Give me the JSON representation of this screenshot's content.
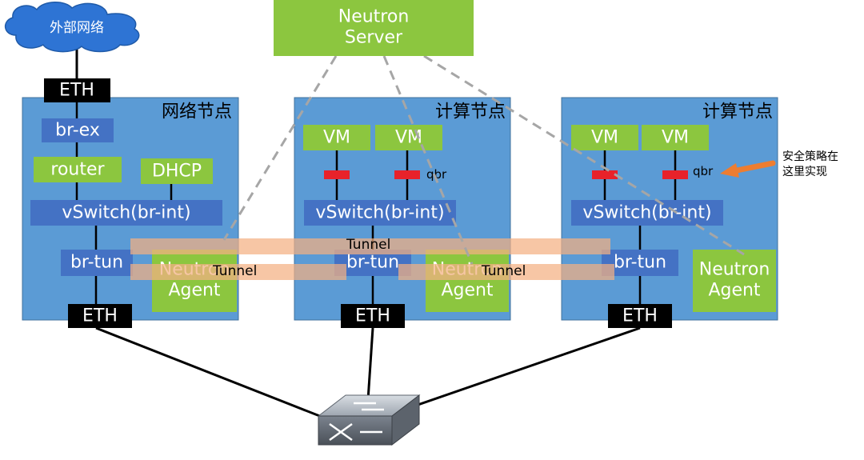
{
  "external_network": "外部网络",
  "neutron_server": {
    "line1": "Neutron",
    "line2": "Server"
  },
  "network_node": {
    "title": "网络节点",
    "eth_top": "ETH",
    "br_ex": "br-ex",
    "router": "router",
    "dhcp": "DHCP",
    "vswitch": "vSwitch(br-int)",
    "br_tun": "br-tun",
    "agent_line1": "Neutron",
    "agent_line2": "Agent",
    "eth_bottom": "ETH"
  },
  "compute_node_1": {
    "title": "计算节点",
    "vm1": "VM",
    "vm2": "VM",
    "qbr": "qbr",
    "vswitch": "vSwitch(br-int)",
    "br_tun": "br-tun",
    "agent_line1": "Neutron",
    "agent_line2": "Agent",
    "eth": "ETH"
  },
  "compute_node_2": {
    "title": "计算节点",
    "vm1": "VM",
    "vm2": "VM",
    "qbr": "qbr",
    "vswitch": "vSwitch(br-int)",
    "br_tun": "br-tun",
    "agent_line1": "Neutron",
    "agent_line2": "Agent",
    "eth": "ETH"
  },
  "tunnels": {
    "top": "Tunnel",
    "left": "Tunnel",
    "right": "Tunnel"
  },
  "security_note": {
    "line1": "安全策略在",
    "line2": "这里实现"
  },
  "colors": {
    "node_blue": "#5b9bd5",
    "box_blue": "#4472c4",
    "green": "#8cc63f",
    "tunnel_orange": "#f4b183",
    "arrow_orange": "#ed7d31",
    "red": "#e8222a"
  },
  "switch_icon": "network-switch-icon",
  "cloud_icon": "cloud-icon"
}
